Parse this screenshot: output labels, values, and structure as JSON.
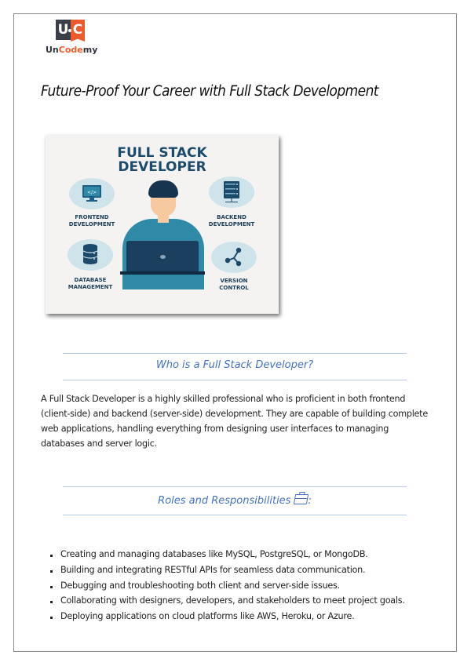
{
  "brand": {
    "logo_u": "U",
    "logo_c": "C",
    "name_prefix": "Un",
    "name_accent": "Code",
    "name_suffix": "my",
    "colors": {
      "dark": "#3b3f4a",
      "accent": "#ef5a2a"
    }
  },
  "title": "Future-Proof Your Career with Full Stack Development",
  "infographic": {
    "title_line1": "FULL STACK",
    "title_line2": "DEVELOPER",
    "items": [
      {
        "line1": "FRONTEND",
        "line2": "DEVELOPMENT",
        "icon": "monitor-code-icon"
      },
      {
        "line1": "BACKEND",
        "line2": "DEVELOPMENT",
        "icon": "server-icon"
      },
      {
        "line1": "DATABASE",
        "line2": "MANAGEMENT",
        "icon": "database-icon"
      },
      {
        "line1": "VERSION",
        "line2": "CONTROL",
        "icon": "branch-icon"
      }
    ],
    "monitor_code": "</>"
  },
  "sections": [
    {
      "heading": "Who is a Full Stack Developer?",
      "body": "A Full Stack Developer is a highly skilled professional who is proficient in both frontend (client-side) and backend (server-side) development. They are capable of building complete web applications, handling everything from designing user interfaces to managing databases and server logic."
    },
    {
      "heading": "Roles and Responsibilities",
      "heading_suffix": ":",
      "bullets": [
        "Creating and managing databases like MySQL, PostgreSQL, or MongoDB.",
        "Building and integrating RESTful APIs for seamless data communication.",
        "Debugging and troubleshooting both client and server-side issues.",
        "Collaborating with designers, developers, and stakeholders to meet project goals.",
        "Deploying applications on cloud platforms like AWS, Heroku, or Azure."
      ]
    }
  ],
  "colors": {
    "heading_blue": "#4472c4",
    "rule": "#b7cbe6",
    "navy": "#1c4a6b",
    "teal": "#2e8aa6"
  }
}
